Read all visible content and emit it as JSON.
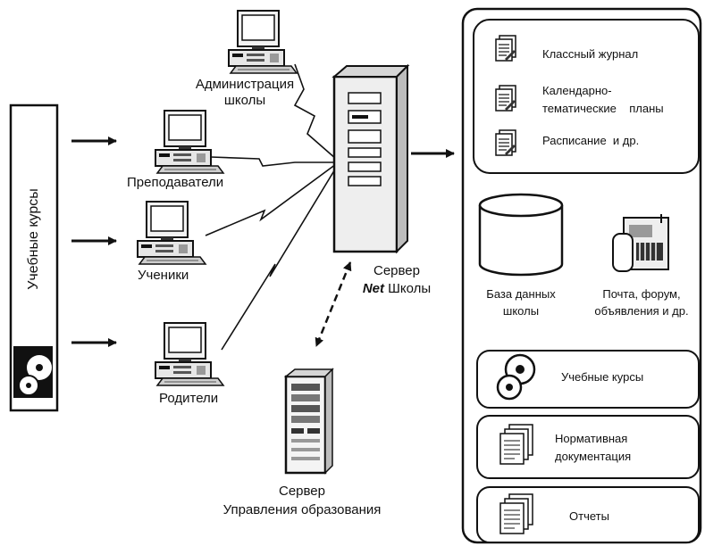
{
  "left_panel": {
    "label": "Учебные курсы",
    "icon": "cd-disc-icon"
  },
  "clients": {
    "admin": "Администрация\nшколы",
    "teachers": "Преподаватели",
    "students": "Ученики",
    "parents": "Родители"
  },
  "server_net": {
    "line1": "Сервер",
    "brand": "Net",
    "line2": "Школы"
  },
  "server_edu": {
    "line1": "Сервер",
    "line2": "Управления образования"
  },
  "resources": {
    "doc_items": [
      "Классный журнал",
      "Календарно-\nтематические    планы",
      "Расписание  и др."
    ],
    "database": "База данных\nшколы",
    "mail": "Почта, форум,\nобъявления и др.",
    "courses": "Учебные курсы",
    "normative": "Нормативная\nдокументация",
    "reports": "Отчеты"
  }
}
